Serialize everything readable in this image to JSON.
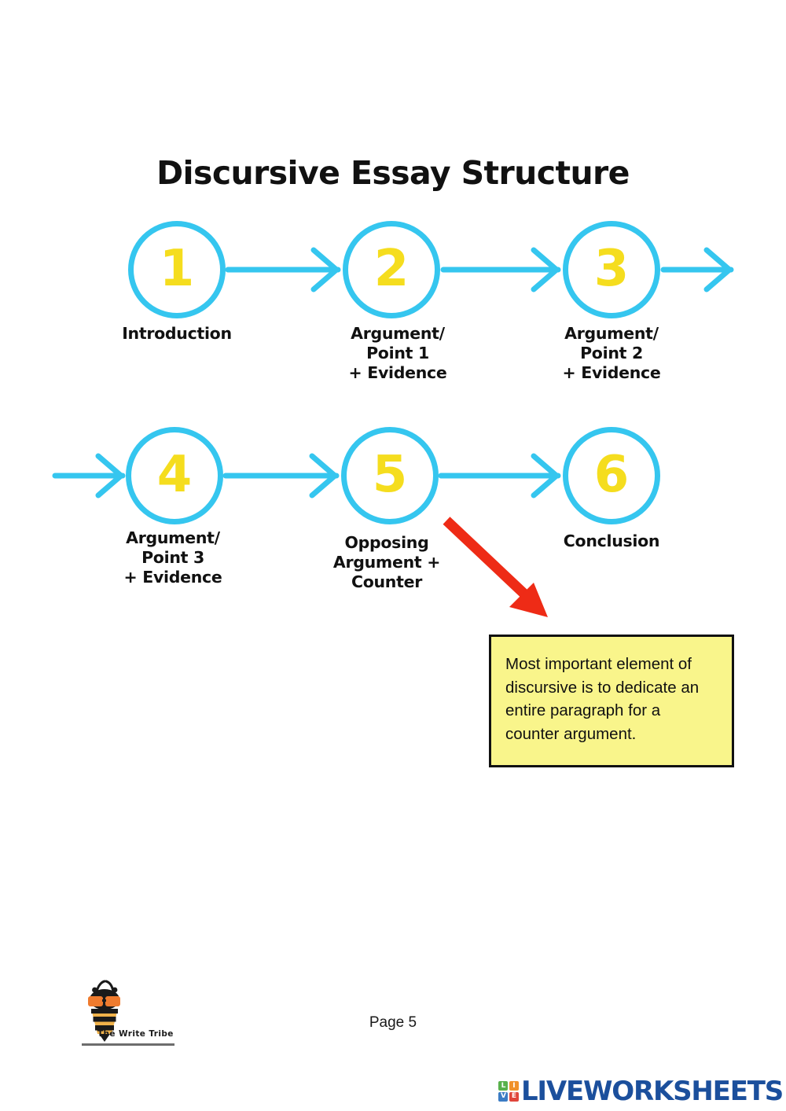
{
  "document": {
    "title": "Discursive Essay Structure",
    "page_label": "Page 5"
  },
  "diagram": {
    "type": "flow",
    "accent_circle_color": "#35c6ef",
    "accent_number_color": "#f5dd1e",
    "arrow_color": "#35c6ef",
    "highlight_arrow_color": "#ee2b16",
    "steps": [
      {
        "number": "1",
        "label": "Introduction"
      },
      {
        "number": "2",
        "label": "Argument/\nPoint 1\n+ Evidence"
      },
      {
        "number": "3",
        "label": "Argument/\nPoint 2\n+ Evidence"
      },
      {
        "number": "4",
        "label": "Argument/\nPoint 3\n+ Evidence"
      },
      {
        "number": "5",
        "label": "Opposing\nArgument +\nCounter"
      },
      {
        "number": "6",
        "label": "Conclusion"
      }
    ]
  },
  "callout": {
    "background_color": "#f9f58b",
    "border_color": "#111111",
    "text": "Most important element of discursive is to dedicate an entire paragraph for a counter argument."
  },
  "footer": {
    "brand_logo": {
      "icon": "bee-icon",
      "name": "The Write Tribe"
    },
    "watermark": {
      "tiles": [
        {
          "letter": "L",
          "color": "#59b14c"
        },
        {
          "letter": "I",
          "color": "#f0922b"
        },
        {
          "letter": "V",
          "color": "#3b7cc4"
        },
        {
          "letter": "E",
          "color": "#e0453a"
        }
      ],
      "wordmark": "LIVEWORKSHEETS",
      "wordmark_color": "#1b4f9c"
    }
  }
}
